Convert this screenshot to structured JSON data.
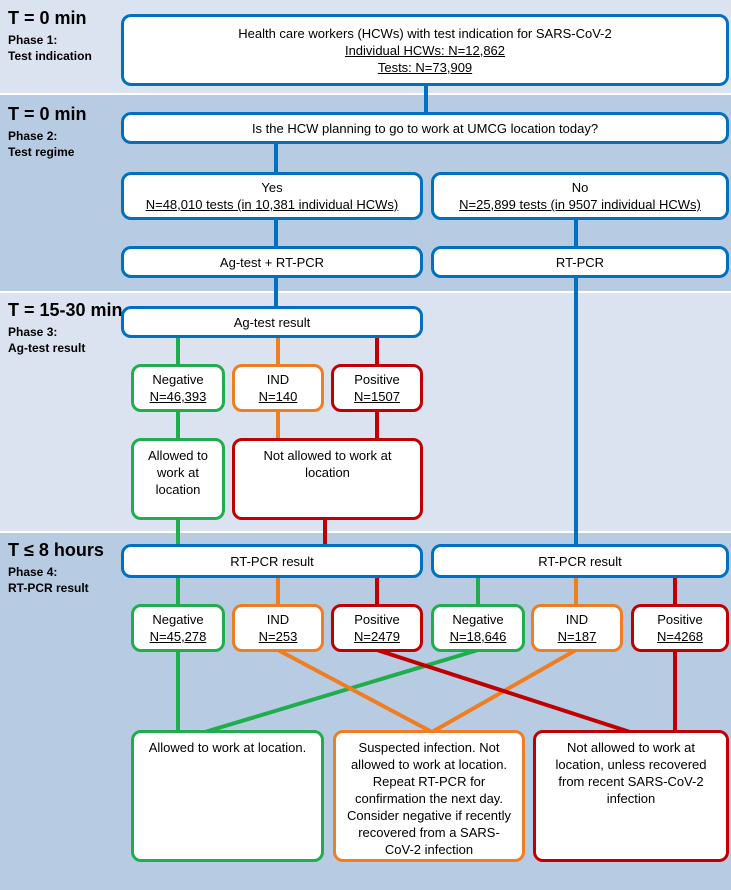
{
  "phases": [
    {
      "time": "T = 0 min",
      "phase": "Phase 1:",
      "name": "Test indication"
    },
    {
      "time": "T = 0 min",
      "phase": "Phase 2:",
      "name": "Test regime"
    },
    {
      "time": "T = 15-30 min",
      "phase": "Phase 3:",
      "name": "Ag-test result"
    },
    {
      "time": "T ≤ 8 hours",
      "phase": "Phase 4:",
      "name": "RT-PCR result"
    }
  ],
  "nodes": {
    "hcw": {
      "line1": "Health care workers (HCWs) with test indication for SARS-CoV-2",
      "line2": "Individual HCWs: N=12,862",
      "line3": "Tests: N=73,909"
    },
    "question": {
      "text": "Is the HCW planning to go to work at UMCG location today?"
    },
    "yes": {
      "label": "Yes",
      "n": "N=48,010 tests (in 10,381 individual HCWs)"
    },
    "no": {
      "label": "No",
      "n": "N=25,899 tests (in 9507 individual HCWs)"
    },
    "ag_rtpcr": {
      "text": "Ag-test + RT-PCR"
    },
    "rtpcr": {
      "text": "RT-PCR"
    },
    "ag_result": {
      "text": "Ag-test result"
    },
    "ag_neg": {
      "label": "Negative",
      "n": "N=46,393"
    },
    "ag_ind": {
      "label": "IND",
      "n": "N=140"
    },
    "ag_pos": {
      "label": "Positive",
      "n": "N=1507"
    },
    "allowed_ag": {
      "text": "Allowed to work at location"
    },
    "not_allowed_ag": {
      "text": "Not allowed to work at location"
    },
    "rt_result_left": {
      "text": "RT-PCR result"
    },
    "rt_result_right": {
      "text": "RT-PCR result"
    },
    "rt_l_neg": {
      "label": "Negative",
      "n": "N=45,278"
    },
    "rt_l_ind": {
      "label": "IND",
      "n": "N=253"
    },
    "rt_l_pos": {
      "label": "Positive",
      "n": "N=2479"
    },
    "rt_r_neg": {
      "label": "Negative",
      "n": "N=18,646"
    },
    "rt_r_ind": {
      "label": "IND",
      "n": "N=187"
    },
    "rt_r_pos": {
      "label": "Positive",
      "n": "N=4268"
    },
    "final_allowed": {
      "text": "Allowed to work at location."
    },
    "final_suspected": {
      "text": "Suspected infection. Not allowed to work at location. Repeat RT-PCR for confirmation the next day. Consider negative if recently recovered from a SARS-CoV-2 infection"
    },
    "final_not_allowed": {
      "text": "Not allowed to work at location, unless recovered from recent SARS-CoV-2 infection"
    }
  },
  "colors": {
    "blue": "#0070c0",
    "green": "#1fae4b",
    "orange": "#ef7d21",
    "red": "#c00000"
  }
}
